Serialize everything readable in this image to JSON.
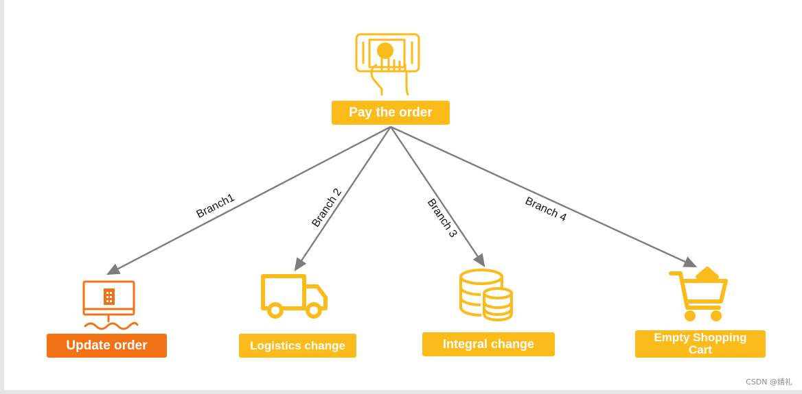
{
  "root": {
    "label": "Pay the order",
    "icon": "mobile-payment-icon"
  },
  "branches": [
    {
      "edge_label": "Branch1",
      "node_label": "Update order",
      "icon": "monitor-icon",
      "color": "#f47216"
    },
    {
      "edge_label": "Branch 2",
      "node_label": "Logistics change",
      "icon": "truck-icon",
      "color": "#fbbb1b"
    },
    {
      "edge_label": "Branch 3",
      "node_label": "Integral change",
      "icon": "coins-icon",
      "color": "#fbbb1b"
    },
    {
      "edge_label": "Branch 4",
      "node_label": "Empty Shopping Cart",
      "icon": "shopping-cart-icon",
      "color": "#fbbb1b"
    }
  ],
  "colors": {
    "accent": "#fbbb1b",
    "highlight": "#f47216",
    "connector": "#7d7d7d"
  },
  "watermark": "CSDN @婧礼"
}
